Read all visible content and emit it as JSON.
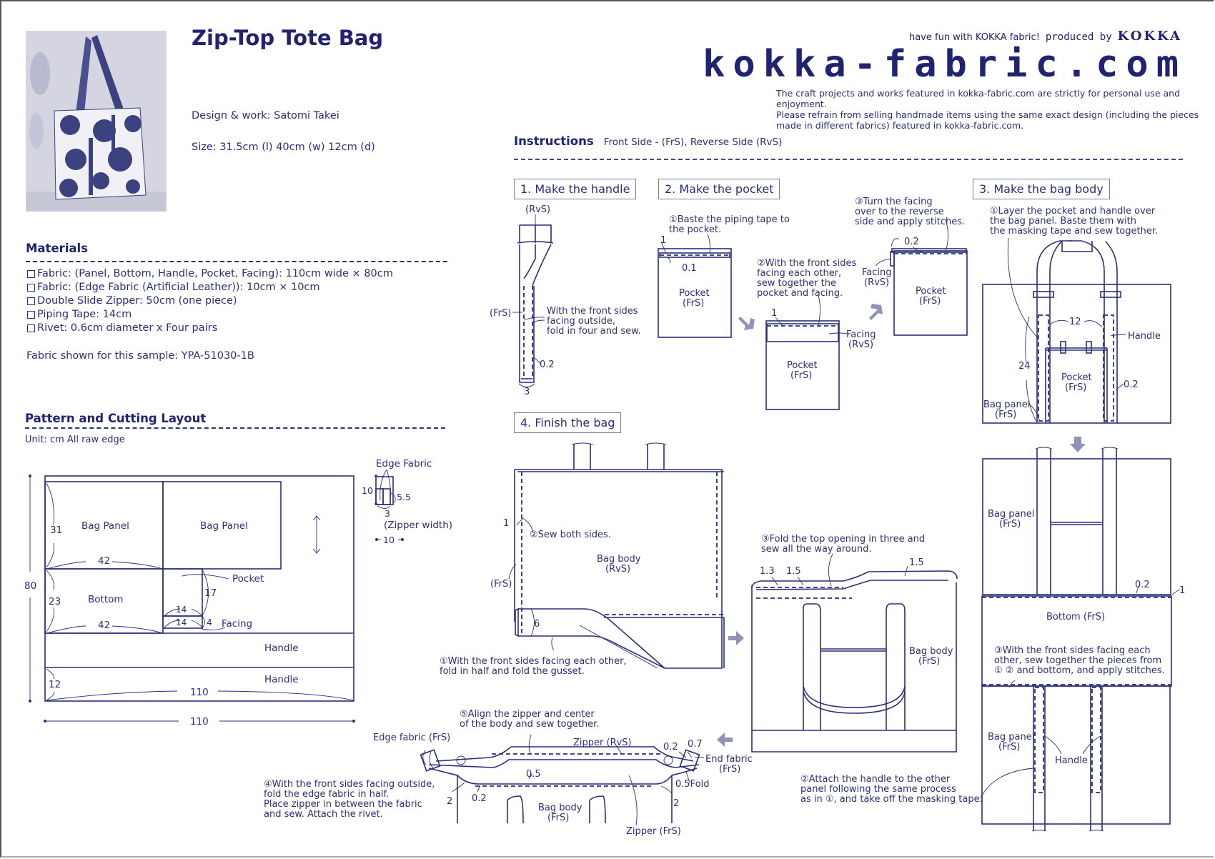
{
  "header": {
    "title": "Zip-Top Tote Bag",
    "designer": "Design & work: Satomi Takei",
    "size": "Size: 31.5cm (l)  40cm (w)  12cm (d)",
    "photo_alt": "tote bag photo"
  },
  "brand": {
    "tagline": "have fun with KOKKA fabric!",
    "produced_by": "produced by",
    "company": "KOKKA",
    "logo": "kokka-fabric.com",
    "disclaimer": [
      "The craft projects and works featured in kokka-fabric.com are strictly for personal use and enjoyment.",
      "Please refrain from selling handmade items using the same exact design (including the pieces",
      "made in different fabrics) featured in kokka-fabric.com."
    ]
  },
  "materials": {
    "heading": "Materials",
    "items": [
      "Fabric: (Panel, Bottom, Handle, Pocket, Facing): 110cm wide × 80cm",
      "Fabric: (Edge Fabric (Artificial Leather)): 10cm × 10cm",
      "Double Slide Zipper: 50cm (one piece)",
      "Piping Tape: 14cm",
      "Rivet: 0.6cm diameter x Four pairs"
    ],
    "sample": "Fabric shown for this sample: YPA-51030-1B"
  },
  "layout": {
    "heading": "Pattern and Cutting Layout",
    "unit": "Unit: cm   All raw edge",
    "pieces": {
      "bag_panel_1": "Bag Panel",
      "bag_panel_2": "Bag Panel",
      "bottom": "Bottom",
      "pocket": "Pocket",
      "facing": "Facing",
      "handle_1": "Handle",
      "handle_2": "Handle",
      "edge_fabric": "Edge Fabric",
      "zipper_width": "(Zipper width)"
    },
    "dims": {
      "panel_h": "31",
      "panel_w": "42",
      "bottom_h": "23",
      "bottom_w": "42",
      "pocket_h": "17",
      "pocket_w": "14",
      "facing_w": "14",
      "facing_h": "4",
      "handle_h": "12",
      "handle_w": "110",
      "total_h": "80",
      "total_w": "110",
      "edge_h": "10",
      "edge_w": "10",
      "edge_inner": "5.5",
      "edge_zip": "3"
    }
  },
  "instructions": {
    "heading": "Instructions",
    "legend": "Front Side - (FrS), Reverse Side (RvS)",
    "steps": [
      {
        "label": "1. Make the handle"
      },
      {
        "label": "2. Make the pocket"
      },
      {
        "label": "3. Make the bag body"
      },
      {
        "label": "4. Finish the bag"
      }
    ],
    "step1": {
      "rvs": "(RvS)",
      "frs": "(FrS)",
      "note": [
        "With the front sides",
        "facing outside,",
        "fold in four and sew."
      ],
      "d1": "0.2",
      "d2": "3"
    },
    "step2": {
      "n1": [
        "①Baste the piping tape to",
        "the pocket."
      ],
      "n2": [
        "②With the front sides",
        "facing each other,",
        "sew together the",
        "pocket and facing."
      ],
      "n3": [
        "③Turn the facing",
        "over to the reverse",
        "side and apply stitches."
      ],
      "pocket": "Pocket",
      "frs": "(FrS)",
      "facing": "Facing",
      "rvs": "(RvS)",
      "d1": "1",
      "d01": "0.1",
      "d02": "0.2"
    },
    "step3": {
      "n1": [
        "①Layer the pocket and handle over",
        "the bag panel. Baste them with",
        "the masking tape and sew together."
      ],
      "n2": [
        "②Attach the handle to the other",
        "panel following the same process",
        "as in ①, and take off the masking tape."
      ],
      "n3": [
        "③With the front sides facing each",
        "other, sew together the pieces from",
        "① ② and bottom, and apply stitches."
      ],
      "handle": "Handle",
      "pocket": "Pocket",
      "frs": "(FrS)",
      "bag_panel": "Bag panel",
      "bottom": "Bottom (FrS)",
      "d12": "12",
      "d24": "24",
      "d02": "0.2",
      "d1": "1"
    },
    "step4": {
      "n1": [
        "①With the front sides facing each other,",
        "fold in half and fold the gusset."
      ],
      "n2": "②Sew both sides.",
      "n3": [
        "③Fold the top opening in three and",
        "sew all the way around."
      ],
      "n4": [
        "④With the front sides facing outside,",
        "fold the edge fabric in half.",
        "Place zipper in between the fabric",
        "and sew. Attach the rivet."
      ],
      "n5": [
        "⑤Align the zipper and center",
        "of the body and sew together."
      ],
      "bag_body": "Bag body",
      "rvs": "(RvS)",
      "frs": "(FrS)",
      "edge_fabric": "Edge fabric (FrS)",
      "zipper_rvs": "Zipper (RvS)",
      "zipper_frs": "Zipper (FrS)",
      "end_fabric": "End fabric",
      "fold": "0.5Fold",
      "d1": "1",
      "d6": "6",
      "d13": "1.3",
      "d15": "1.5",
      "d05": "0.5",
      "d02": "0.2",
      "d07": "0.7",
      "d2": "2"
    }
  },
  "colors": {
    "ink": "#2a2f78",
    "title": "#1f2370",
    "arrow": "#8f93b8"
  }
}
